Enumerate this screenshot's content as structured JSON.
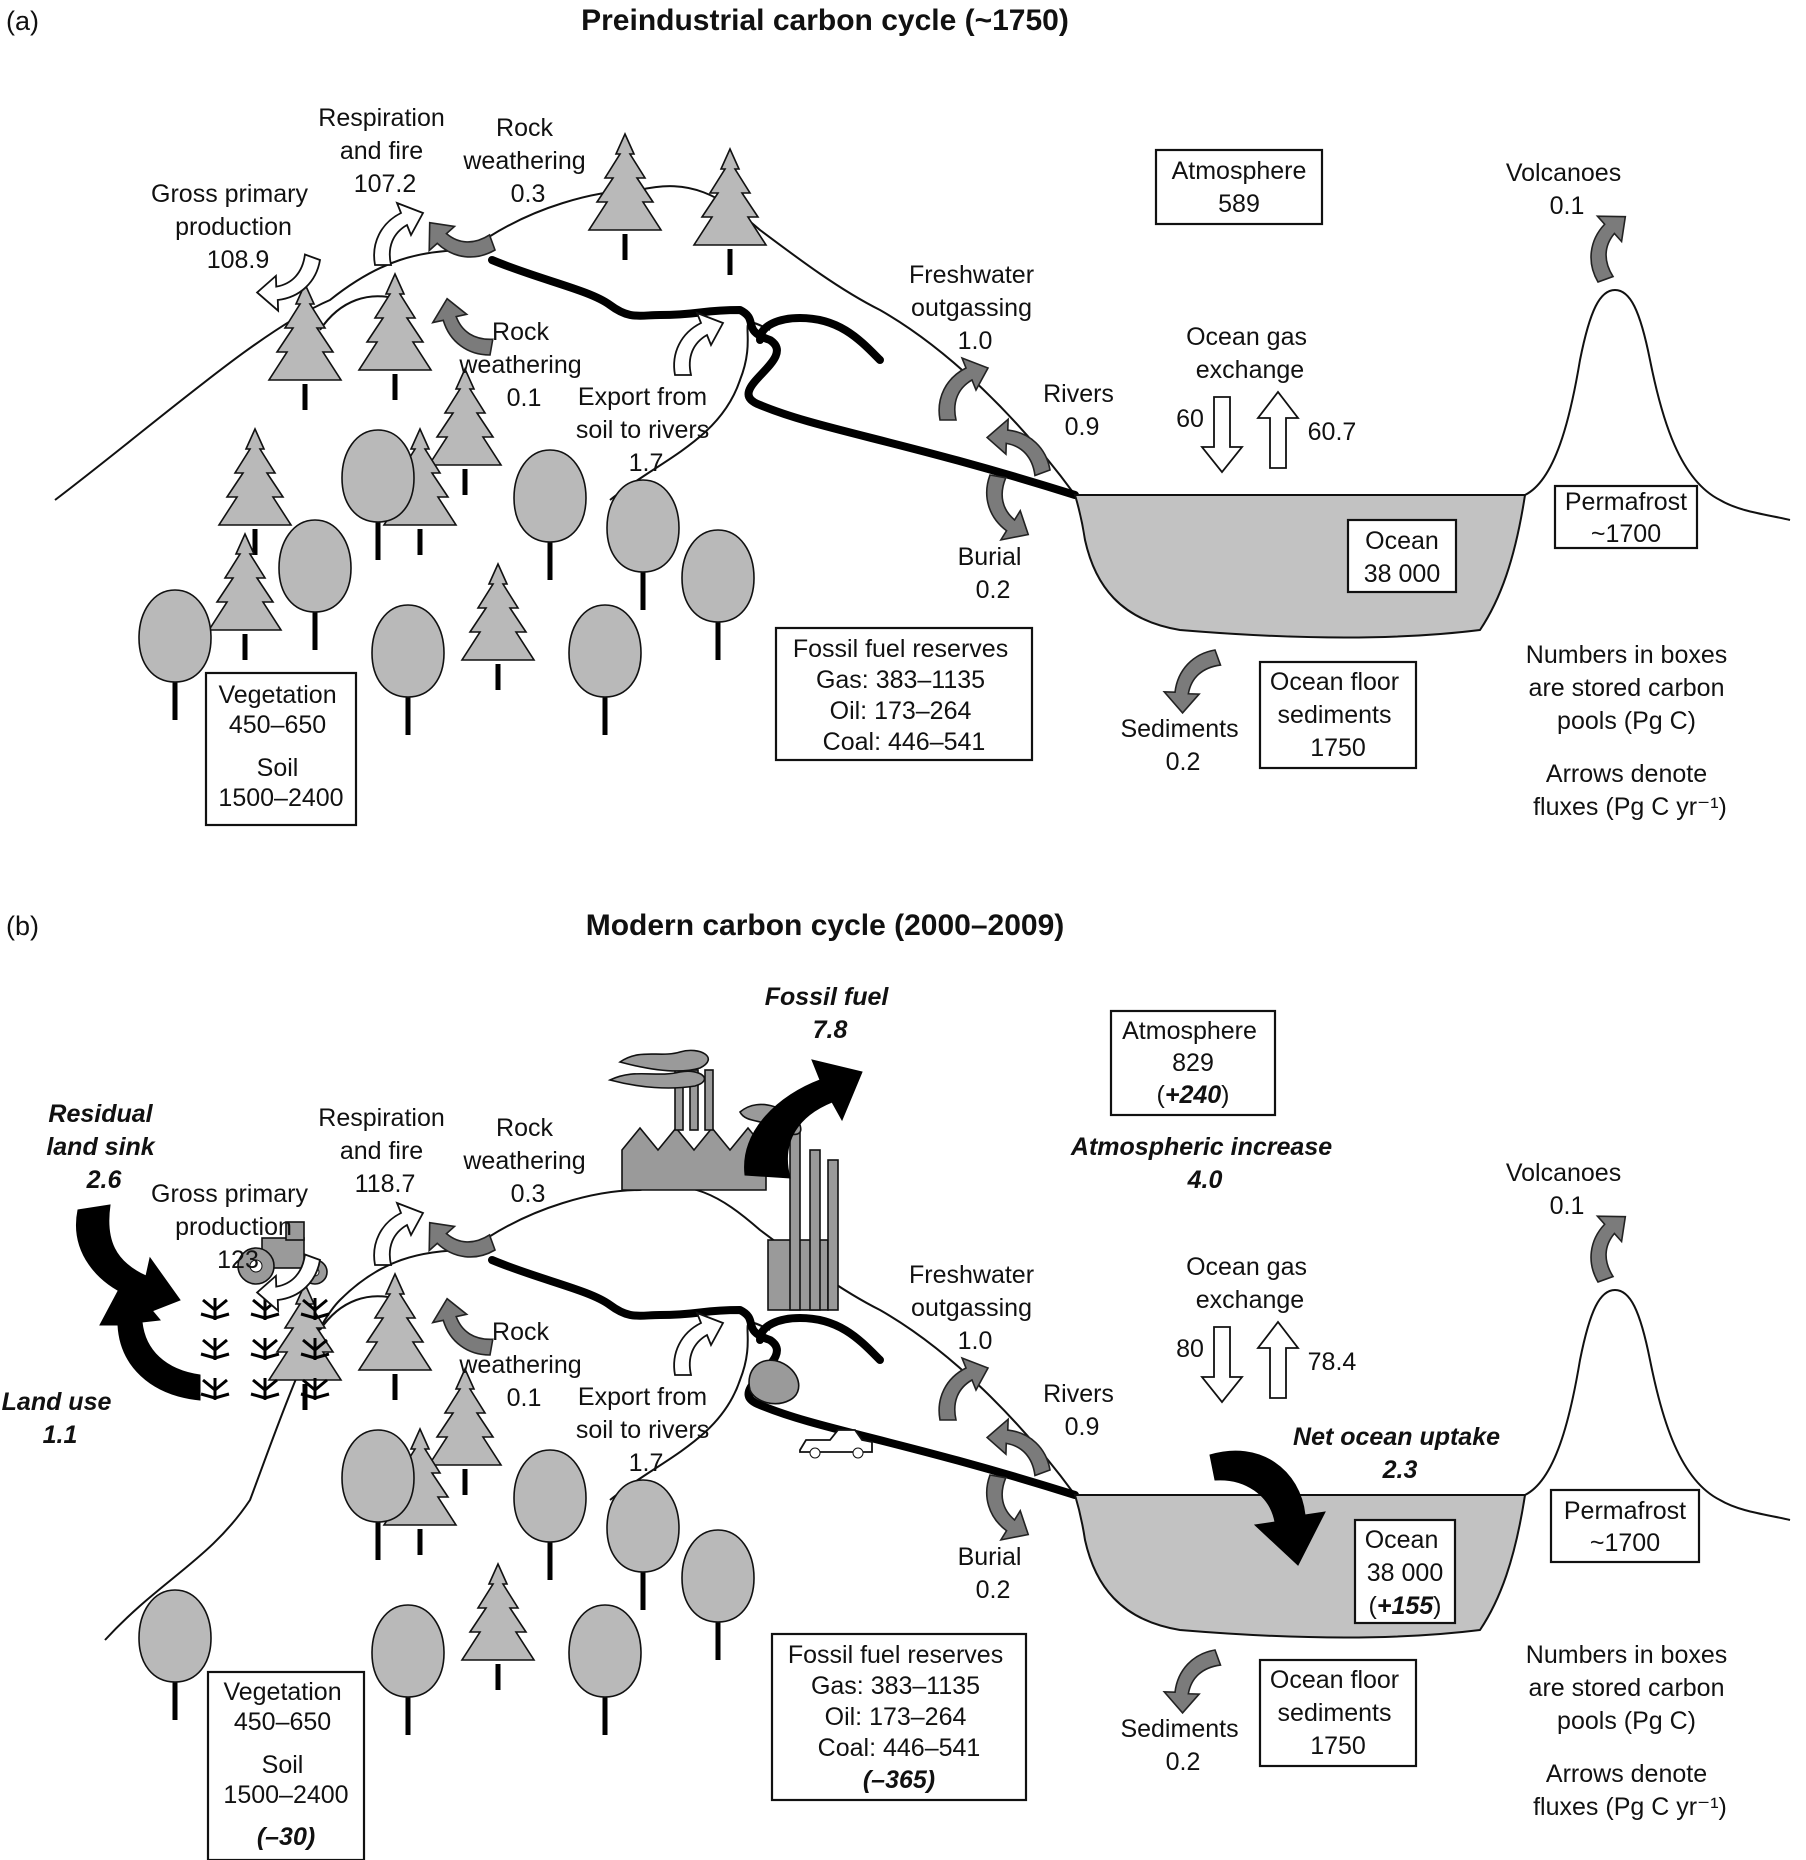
{
  "panels": [
    {
      "letter": "(a)",
      "title": "Preindustrial carbon cycle (~1750)",
      "labels": {
        "gpp": [
          "Gross primary",
          "production",
          "108.9"
        ],
        "resp": [
          "Respiration",
          "and fire",
          "107.2"
        ],
        "rock_top": [
          "Rock",
          "weathering",
          "0.3"
        ],
        "rock_mid": [
          "Rock",
          "weathering",
          "0.1"
        ],
        "export": [
          "Export from",
          "soil to rivers",
          "1.7"
        ],
        "freshwater": [
          "Freshwater",
          "outgassing",
          "1.0"
        ],
        "rivers": [
          "Rivers",
          "0.9"
        ],
        "burial": [
          "Burial",
          "0.2"
        ],
        "gas_exchange": [
          "Ocean gas",
          "exchange"
        ],
        "gas_in": "60",
        "gas_out": "60.7",
        "volcanoes": [
          "Volcanoes",
          "0.1"
        ],
        "sediments": [
          "Sediments",
          "0.2"
        ],
        "legend": [
          "Numbers in boxes",
          "are stored carbon",
          "pools (Pg C)",
          "Arrows denote",
          "fluxes (Pg C yr⁻¹)"
        ]
      },
      "boxes": {
        "atmosphere": [
          "Atmosphere",
          "589"
        ],
        "ocean": [
          "Ocean",
          "38 000"
        ],
        "permafrost": [
          "Permafrost",
          "~1700"
        ],
        "vegetation": [
          "Vegetation",
          "450–650",
          "Soil",
          "1500–2400"
        ],
        "fossil": [
          "Fossil fuel reserves",
          "Gas: 383–1135",
          "Oil: 173–264",
          "Coal: 446–541"
        ],
        "ocean_floor": [
          "Ocean floor",
          "sediments",
          "1750"
        ]
      }
    },
    {
      "letter": "(b)",
      "title": "Modern carbon cycle (2000–2009)",
      "labels": {
        "gpp": [
          "Gross primary",
          "production",
          "123"
        ],
        "resp": [
          "Respiration",
          "and fire",
          "118.7"
        ],
        "rock_top": [
          "Rock",
          "weathering",
          "0.3"
        ],
        "rock_mid": [
          "Rock",
          "weathering",
          "0.1"
        ],
        "export": [
          "Export from",
          "soil to rivers",
          "1.7"
        ],
        "freshwater": [
          "Freshwater",
          "outgassing",
          "1.0"
        ],
        "rivers": [
          "Rivers",
          "0.9"
        ],
        "burial": [
          "Burial",
          "0.2"
        ],
        "gas_exchange": [
          "Ocean gas",
          "exchange"
        ],
        "gas_in": "80",
        "gas_out": "78.4",
        "volcanoes": [
          "Volcanoes",
          "0.1"
        ],
        "sediments": [
          "Sediments",
          "0.2"
        ],
        "legend": [
          "Numbers in boxes",
          "are stored carbon",
          "pools (Pg C)",
          "Arrows denote",
          "fluxes (Pg C yr⁻¹)"
        ]
      },
      "boxes": {
        "atmosphere": [
          "Atmosphere",
          "829"
        ],
        "atmosphere_change_open": "(",
        "atmosphere_change": "+240",
        "atmosphere_change_close": ")",
        "ocean": [
          "Ocean",
          "38 000"
        ],
        "ocean_change_open": "(",
        "ocean_change": "+155",
        "ocean_change_close": ")",
        "permafrost": [
          "Permafrost",
          "~1700"
        ],
        "vegetation": [
          "Vegetation",
          "450–650",
          "Soil",
          "1500–2400"
        ],
        "vegetation_change": "(–30)",
        "fossil": [
          "Fossil fuel reserves",
          "Gas: 383–1135",
          "Oil: 173–264",
          "Coal: 446–541"
        ],
        "fossil_change": "(–365)",
        "ocean_floor": [
          "Ocean floor",
          "sediments",
          "1750"
        ]
      },
      "anthropogenic": {
        "fossil_fuel": [
          "Fossil fuel",
          "7.8"
        ],
        "atm_increase": [
          "Atmospheric increase",
          "4.0"
        ],
        "residual_sink": [
          "Residual",
          "land sink",
          "2.6"
        ],
        "land_use": [
          "Land use",
          "1.1"
        ],
        "net_ocean": [
          "Net ocean uptake",
          "2.3"
        ]
      }
    }
  ]
}
